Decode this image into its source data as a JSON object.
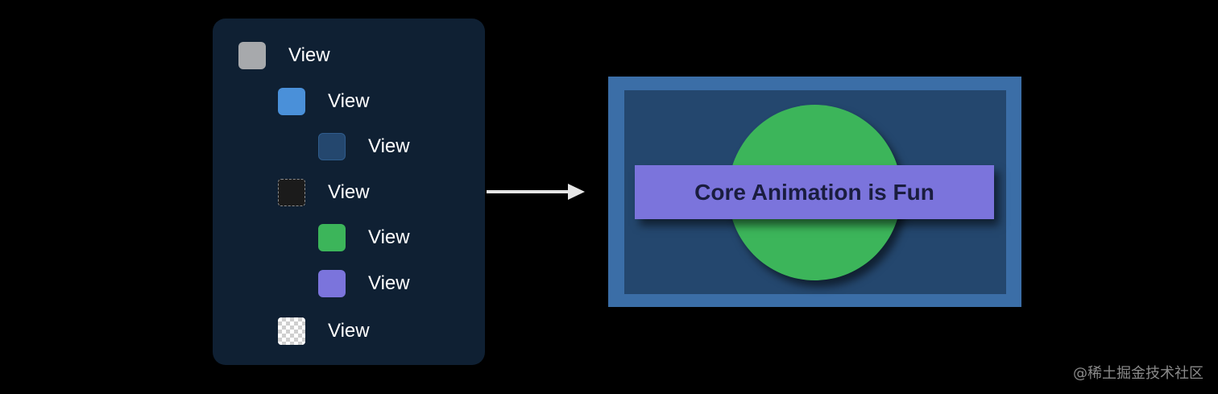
{
  "view_hierarchy": {
    "items": [
      {
        "label": "View",
        "swatch": "gray"
      },
      {
        "label": "View",
        "swatch": "blue"
      },
      {
        "label": "View",
        "swatch": "navy"
      },
      {
        "label": "View",
        "swatch": "dashed"
      },
      {
        "label": "View",
        "swatch": "green"
      },
      {
        "label": "View",
        "swatch": "purple"
      },
      {
        "label": "View",
        "swatch": "checker"
      }
    ]
  },
  "result": {
    "banner_text": "Core Animation is Fun"
  },
  "colors": {
    "background": "#000000",
    "panel": "#0f2033",
    "frame": "#3b6ea7",
    "inner": "#24476e",
    "green": "#3cb55a",
    "purple": "#7b74dc",
    "banner_text": "#1a1d3f"
  },
  "watermark": "@稀土掘金技术社区"
}
